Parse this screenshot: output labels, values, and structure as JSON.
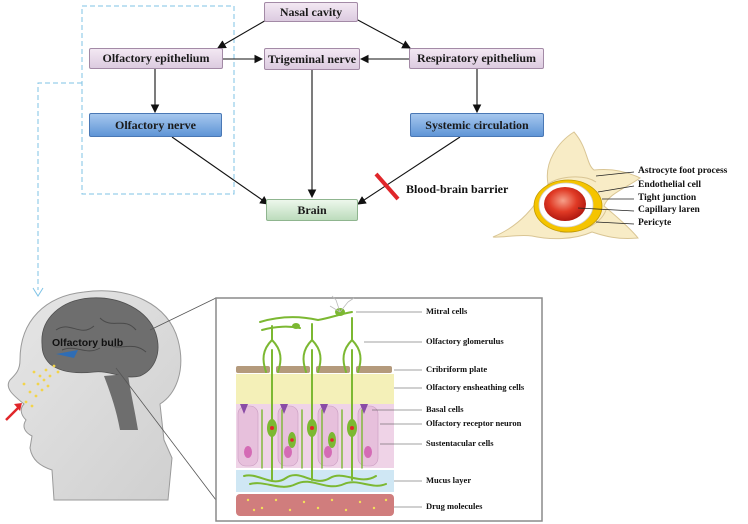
{
  "flow": {
    "nasal_cavity": "Nasal cavity",
    "olfactory_epithelium": "Olfactory epithelium",
    "trigeminal_nerve": "Trigeminal nerve",
    "respiratory_epithelium": "Respiratory epithelium",
    "olfactory_nerve": "Olfactory nerve",
    "systemic_circulation": "Systemic circulation",
    "brain": "Brain",
    "bbb": "Blood-brain barrier"
  },
  "bbb_labels": [
    "Astrocyte foot process",
    "Endothelial cell",
    "Tight junction",
    "Capillary laren",
    "Pericyte"
  ],
  "head_label": "Olfactory bulb",
  "epi_labels": [
    "Mitral cells",
    "Olfactory glomerulus",
    "Cribriform plate",
    "Olfactory ensheathing cells",
    "Basal cells",
    "Olfactory receptor neuron",
    "Sustentacular cells",
    "Mucus layer",
    "Drug molecules"
  ],
  "colors": {
    "pink_box": "#e6d6ea",
    "blue_box": "#6fa0dc",
    "green_box": "#d4ead2",
    "dashed": "#7fc3e6",
    "barrier_red": "#e0262a",
    "neuron_green": "#7cb832"
  }
}
